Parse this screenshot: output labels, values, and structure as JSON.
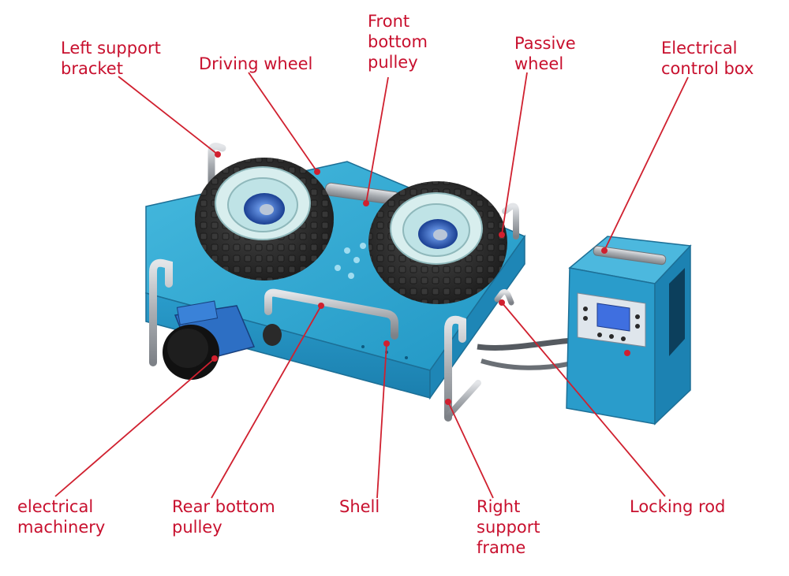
{
  "labels": {
    "left_support_bracket": "Left support\nbracket",
    "driving_wheel": "Driving wheel",
    "front_bottom_pulley": "Front\nbottom\npulley",
    "passive_wheel": "Passive\nwheel",
    "electrical_control_box": "Electrical\ncontrol box",
    "electrical_machinery": "electrical\nmachinery",
    "rear_bottom_pulley": "Rear bottom\npulley",
    "shell": "Shell",
    "right_support_frame": "Right\nsupport\nframe",
    "locking_rod": "Locking rod"
  },
  "colors": {
    "label": "#c8102e",
    "leader": "#d0202f",
    "shell": "#2aa7cf",
    "tire": "#2b2b2b",
    "rim": "#bfe3e6",
    "hub": "#1f4fa8",
    "rail": "#b9bcc0",
    "motor": "#2d6fc4"
  }
}
